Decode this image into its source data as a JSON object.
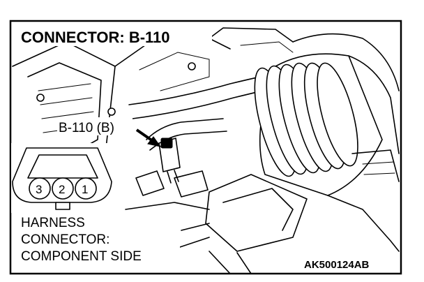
{
  "title": "CONNECTOR: B-110",
  "callout_label": "B-110 (B)",
  "connector_pins": [
    "3",
    "2",
    "1"
  ],
  "harness_caption": [
    "HARNESS",
    "CONNECTOR:",
    "COMPONENT SIDE"
  ],
  "figure_code": "AK500124AB",
  "colors": {
    "ink": "#000000",
    "paper": "#ffffff"
  }
}
